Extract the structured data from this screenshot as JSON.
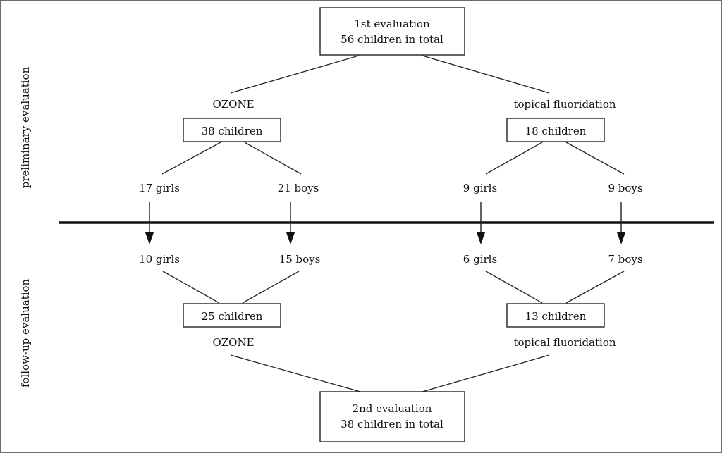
{
  "preliminary": {
    "side_label": "preliminary evaluation",
    "total_box": {
      "line1": "1st evaluation",
      "line2": "56 children in total"
    },
    "ozone": {
      "label": "OZONE",
      "box": "38 children",
      "girls": "17 girls",
      "boys": "21 boys"
    },
    "fluoridation": {
      "label": "topical fluoridation",
      "box": "18 children",
      "girls": "9 girls",
      "boys": "9 boys"
    }
  },
  "followup": {
    "side_label": "follow-up evaluation",
    "ozone": {
      "label": "OZONE",
      "box": "25 children",
      "girls": "10 girls",
      "boys": "15 boys"
    },
    "fluoridation": {
      "label": "topical fluoridation",
      "box": "13 children",
      "girls": "6 girls",
      "boys": "7 boys"
    },
    "total_box": {
      "line1": "2nd evaluation",
      "line2": "38 children in total"
    }
  }
}
